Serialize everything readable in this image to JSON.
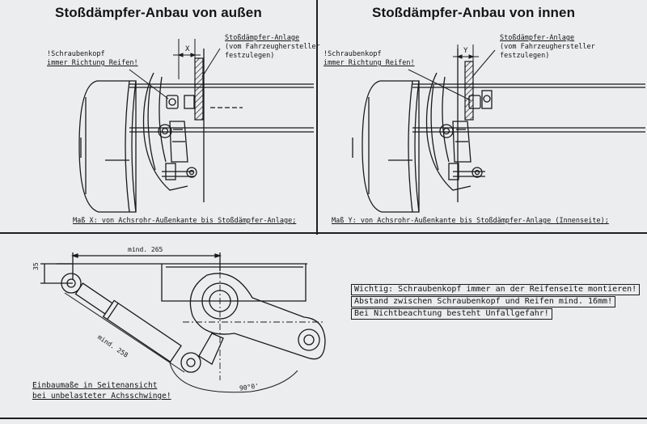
{
  "titles": {
    "outside": "Stoßdämpfer-Anbau von außen",
    "inside": "Stoßdämpfer-Anbau von innen"
  },
  "left_panel": {
    "note_line1": "!Schraubenkopf",
    "note_line2": "immer Richtung Reifen!",
    "dim_label": "X",
    "mount_label": "Stoßdämpfer-Anlage",
    "mount_sub1": "(vom Fahrzeughersteller",
    "mount_sub2": "festzulegen)",
    "caption": "Maß X: von Achsrohr-Außenkante bis Stoßdämpfer-Anlage;"
  },
  "right_panel": {
    "note_line1": "!Schraubenkopf",
    "note_line2": "immer Richtung Reifen!",
    "dim_label": "Y",
    "mount_label": "Stoßdämpfer-Anlage",
    "mount_sub1": "(vom Fahrzeughersteller",
    "mount_sub2": "festzulegen)",
    "caption": "Maß Y: von Achsrohr-Außenkante bis Stoßdämpfer-Anlage (Innenseite);"
  },
  "side_view": {
    "dim_265": "mind. 265",
    "dim_258": "mind. 258",
    "dim_35": "35",
    "angle": "90°0'",
    "caption1": "Einbaumaße in Seitenansicht",
    "caption2": "bei unbelasteter Achsschwinge!"
  },
  "warnings": [
    "Wichtig: Schraubenkopf immer an der Reifenseite montieren!",
    "Abstand zwischen Schraubenkopf und Reifen mind. 16mm!",
    "Bei Nichtbeachtung besteht Unfallgefahr!"
  ]
}
